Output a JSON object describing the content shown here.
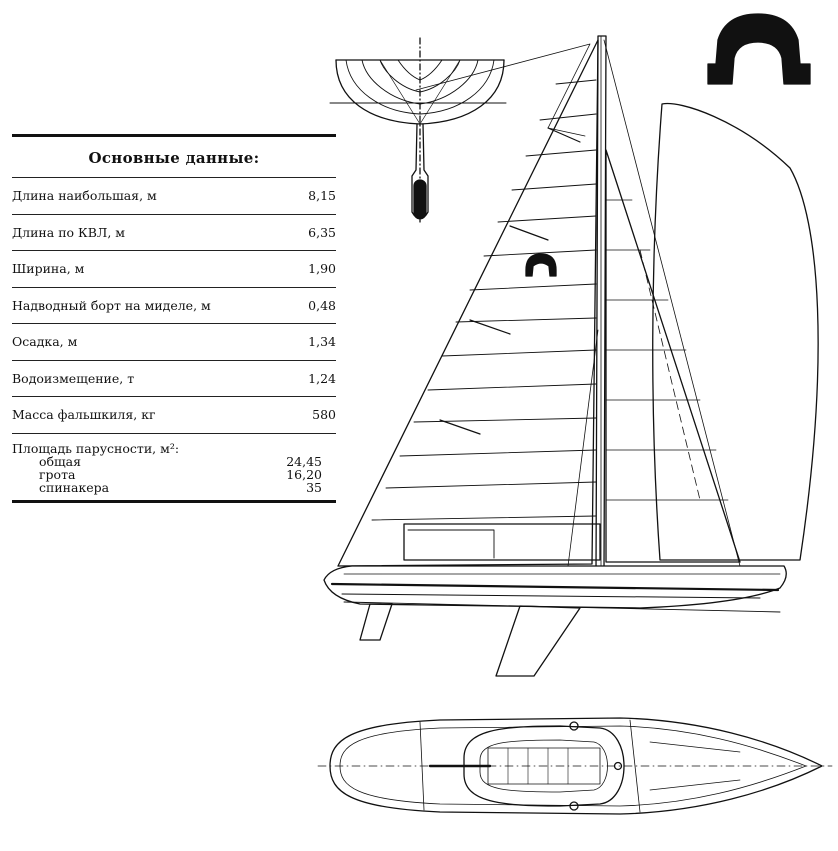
{
  "table": {
    "title": "Основные данные:",
    "rows": [
      {
        "label": "Длина наибольшая, м",
        "value": "8,15"
      },
      {
        "label": "Длина по КВЛ, м",
        "value": "6,35"
      },
      {
        "label": "Ширина, м",
        "value": "1,90"
      },
      {
        "label": "Надводный борт на миделе, м",
        "value": "0,48"
      },
      {
        "label": "Осадка, м",
        "value": "1,34"
      },
      {
        "label": "Водоизмещение, т",
        "value": "1,24"
      },
      {
        "label": "Масса фальшкиля, кг",
        "value": "580"
      }
    ],
    "sail_area": {
      "label": "Площадь парусности, м²:",
      "items": [
        {
          "label": "общая",
          "value": "24,45"
        },
        {
          "label": "грота",
          "value": "16,20"
        },
        {
          "label": "спинакера",
          "value": "35"
        }
      ]
    }
  },
  "colors": {
    "ink": "#111111",
    "paper": "#ffffff"
  },
  "drawings": [
    "body-plan",
    "sail-plan",
    "class-emblem",
    "deck-plan"
  ]
}
